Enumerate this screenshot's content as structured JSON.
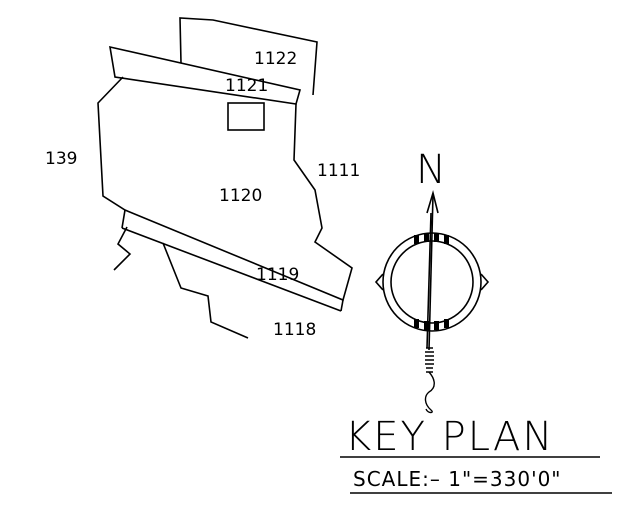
{
  "parcels": [
    {
      "id": "lot-1122",
      "label": "1122"
    },
    {
      "id": "lot-1121",
      "label": "1121"
    },
    {
      "id": "lot-139",
      "label": "139"
    },
    {
      "id": "lot-1111",
      "label": "1111"
    },
    {
      "id": "lot-1120",
      "label": "1120"
    },
    {
      "id": "lot-1119",
      "label": "1119"
    },
    {
      "id": "lot-1118",
      "label": "1118"
    }
  ],
  "north_label": "N",
  "title": "KEY PLAN",
  "scale_text": "SCALE:–  1\"=330'0\"",
  "colors": {
    "ink": "#000000",
    "background": "#ffffff"
  },
  "icons": [
    "north-arrow-icon",
    "compass-circle-icon"
  ]
}
